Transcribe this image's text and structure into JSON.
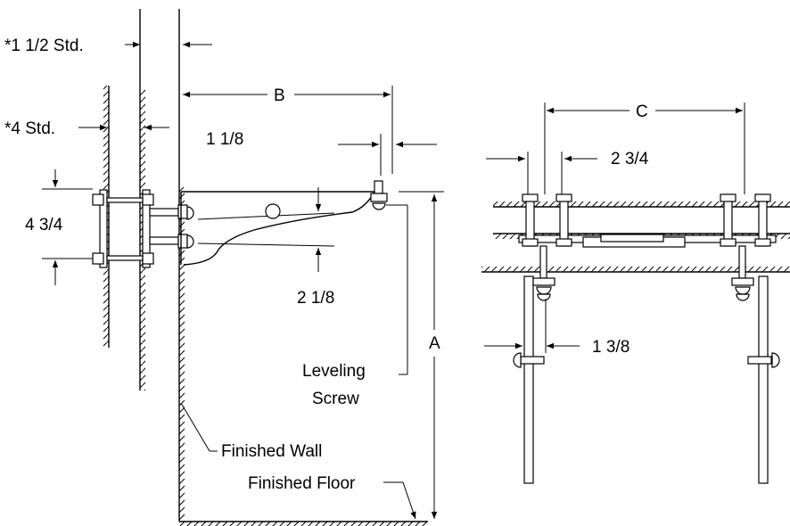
{
  "left_view": {
    "labels": {
      "stud_1_5": "*1 1/2 Std.",
      "stud_4": "*4 Std.",
      "dim_b": "B",
      "dim_1_1_8": "1 1/8",
      "dim_4_3_4": "4 3/4",
      "dim_2_1_8": "2 1/8",
      "dim_a": "A",
      "leveling_screw_line1": "Leveling",
      "leveling_screw_line2": "Screw",
      "finished_wall": "Finished Wall",
      "finished_floor": "Finished Floor"
    }
  },
  "right_view": {
    "labels": {
      "dim_c": "C",
      "dim_2_3_4": "2 3/4",
      "dim_1_3_8": "1 3/8"
    }
  }
}
